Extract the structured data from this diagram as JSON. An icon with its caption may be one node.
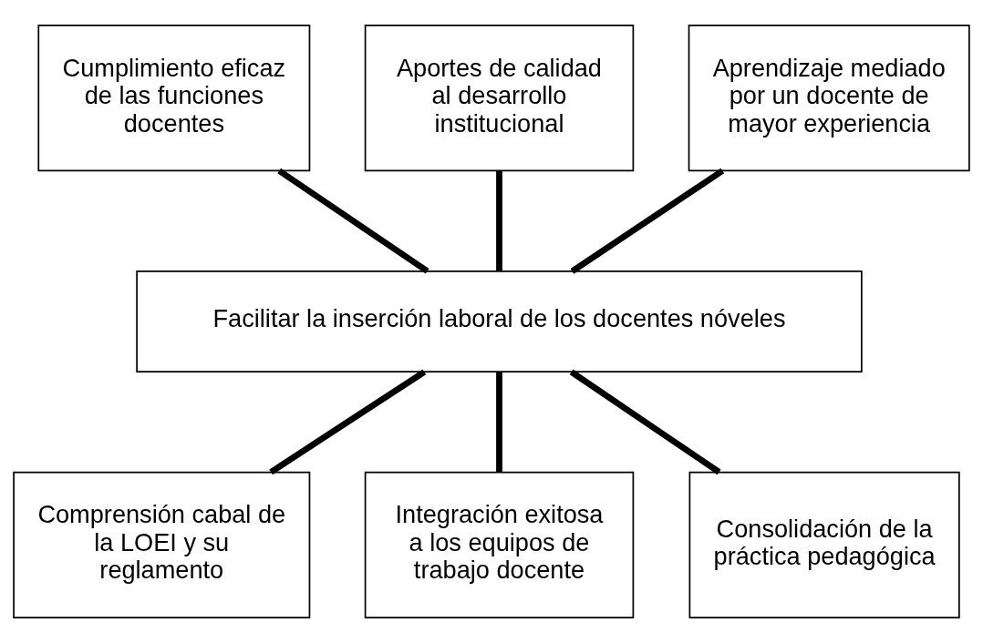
{
  "diagram": {
    "nodes": [
      {
        "text": [
          "Cumplimiento eficaz de las funciones docentes"
        ]
      },
      {
        "text": [
          "Aportes de calidad al desarrollo institucional"
        ]
      },
      {
        "text": [
          "Aprendizaje mediado por un docente de mayor experiencia"
        ]
      },
      {
        "text": [
          "Facilitar la inserción laboral de los docentes nóveles"
        ]
      },
      {
        "text": [
          "Comprensión cabal de la LOEI y su reglamento"
        ]
      },
      {
        "text": [
          "Integración exitosa a los equipos de trabajo docente"
        ]
      },
      {
        "text": [
          "Consolidación de la práctica pedagógica"
        ]
      }
    ],
    "edges": [
      {
        "from": 0,
        "to": 3,
        "arrow": "none"
      },
      {
        "from": 1,
        "to": 3,
        "arrow": "none"
      },
      {
        "from": 2,
        "to": 3,
        "arrow": "none"
      },
      {
        "from": 3,
        "to": 4,
        "arrow": "none"
      },
      {
        "from": 3,
        "to": 5,
        "arrow": "none"
      },
      {
        "from": 3,
        "to": 6,
        "arrow": "none"
      }
    ]
  }
}
